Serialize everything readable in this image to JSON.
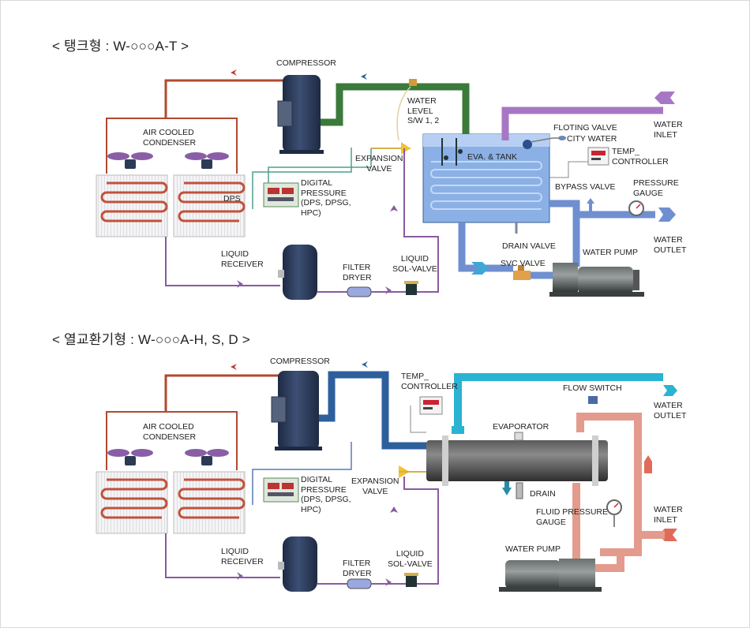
{
  "tank": {
    "title": "< 탱크형 : W-○○○A-T >",
    "compressor": "COMPRESSOR",
    "water_level": [
      "WATER",
      "LEVEL",
      "S/W 1, 2"
    ],
    "air_cooled_condenser": [
      "AIR COOLED",
      "CONDENSER"
    ],
    "dps": "DPS",
    "expansion_valve": [
      "EXPANSION",
      "VALVE"
    ],
    "eva_tank": "EVA. & TANK",
    "floting_valve": "FLOTING VALVE",
    "city_water": "CITY WATER",
    "water_inlet": [
      "WATER",
      "INLET"
    ],
    "temp_controller": [
      "TEMP_",
      "CONTROLLER"
    ],
    "digital_pressure": [
      "DIGITAL",
      "PRESSURE",
      "(DPS, DPSG,",
      "HPC)"
    ],
    "bypass_valve": "BYPASS VALVE",
    "pressure_gauge": [
      "PRESSURE",
      "GAUGE"
    ],
    "water_outlet": [
      "WATER",
      "OUTLET"
    ],
    "liquid_receiver": [
      "LIQUID",
      "RECEIVER"
    ],
    "drain_valve": "DRAIN VALVE",
    "water_pump": "WATER PUMP",
    "filter_dryer": [
      "FILTER",
      "DRYER"
    ],
    "liquid_sol_valve": [
      "LIQUID",
      "SOL-VALVE"
    ],
    "svc_valve": "SVC VALVE"
  },
  "heat": {
    "title": "< 열교환기형 : W-○○○A-H, S, D >",
    "compressor": "COMPRESSOR",
    "temp_controller": [
      "TEMP_",
      "CONTROLLER"
    ],
    "flow_switch": "FLOW SWITCH",
    "water_outlet": [
      "WATER",
      "OUTLET"
    ],
    "air_cooled_condenser": [
      "AIR COOLED",
      "CONDENSER"
    ],
    "evaporator": "EVAPORATOR",
    "digital_pressure": [
      "DIGITAL",
      "PRESSURE",
      "(DPS, DPSG,",
      "HPC)"
    ],
    "expansion_valve": [
      "EXPANSION",
      "VALVE"
    ],
    "drain": "DRAIN",
    "fluid_pressure_gauge": [
      "FLUID PRESSURE",
      "GAUGE"
    ],
    "water_inlet": [
      "WATER",
      "INLET"
    ],
    "water_pump": "WATER PUMP",
    "liquid_receiver": [
      "LIQUID",
      "RECEIVER"
    ],
    "filter_dryer": [
      "FILTER",
      "DRYER"
    ],
    "liquid_sol_valve": [
      "LIQUID",
      "SOL-VALVE"
    ]
  },
  "colors": {
    "discharge": "#b04a30",
    "suction_green": "#3a7a3a",
    "suction_blue": "#2d5f9c",
    "liquid": "#8a5aa0",
    "water_purple": "#9a6ab8",
    "water_blue": "#6f8fd0",
    "chilled_cyan": "#2ab3d2",
    "return_pink": "#e39b8e",
    "tank_blue": "#8ab0e6",
    "component_navy": "#2f3e5c"
  }
}
